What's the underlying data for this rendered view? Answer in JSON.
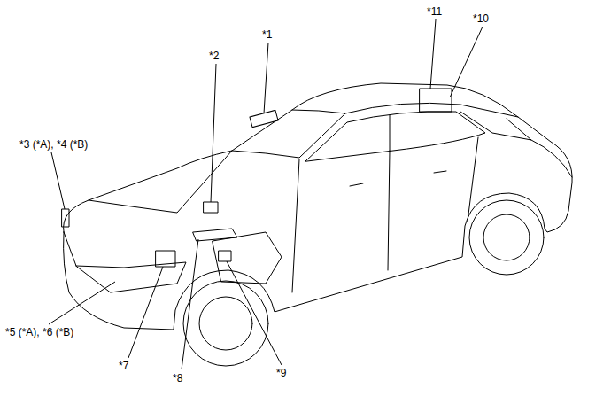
{
  "diagram": {
    "labels": [
      "*1",
      "*2",
      "*3 (*A), *4 (*B)",
      "*5 (*A), *6 (*B)",
      "*7",
      "*8",
      "*9",
      "*10",
      "*11"
    ]
  }
}
